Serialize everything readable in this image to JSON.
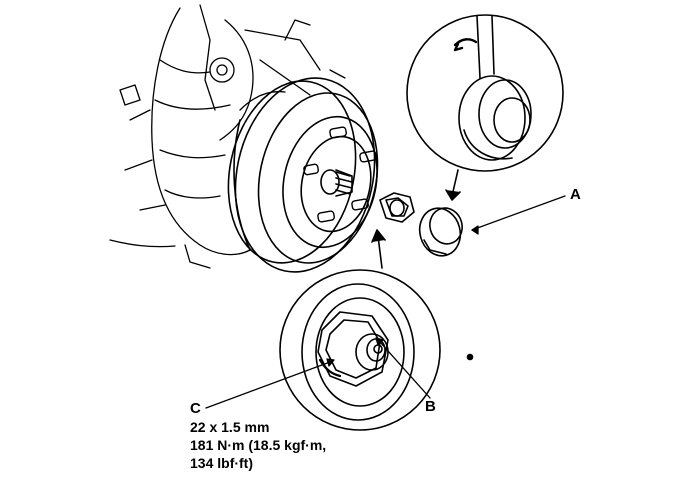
{
  "callouts": {
    "a": "A",
    "b": "B",
    "c": "C"
  },
  "spec": {
    "thread": "22 x 1.5 mm",
    "torque_line1": "181 N·m (18.5 kgf·m,",
    "torque_line2": "134 lbf·ft)"
  },
  "colors": {
    "ink": "#000000",
    "paper": "#ffffff"
  }
}
